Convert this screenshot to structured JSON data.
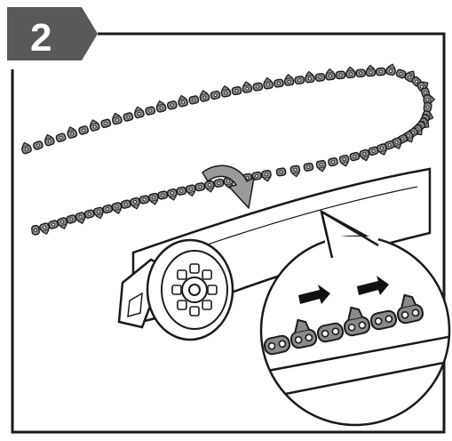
{
  "step": {
    "number": "2"
  },
  "colors": {
    "badge": "#595959",
    "badge_text": "#ffffff",
    "frame": "#1a1a1a",
    "chain_fill": "#8a8a8a",
    "chain_outline": "#1a1a1a",
    "arrow": "#111111",
    "curved_arrow": "#9a9a9a",
    "background": "#ffffff"
  },
  "icons": {
    "step_badge": "step-number-badge",
    "loose_chain": "saw-chain",
    "rotation_arrow": "curved-arrow-icon",
    "guide_bar": "chainsaw-guide-bar",
    "sprocket": "sprocket-gear",
    "detail_callout": "magnifier-callout",
    "direction_arrows": "right-arrow-icon"
  }
}
